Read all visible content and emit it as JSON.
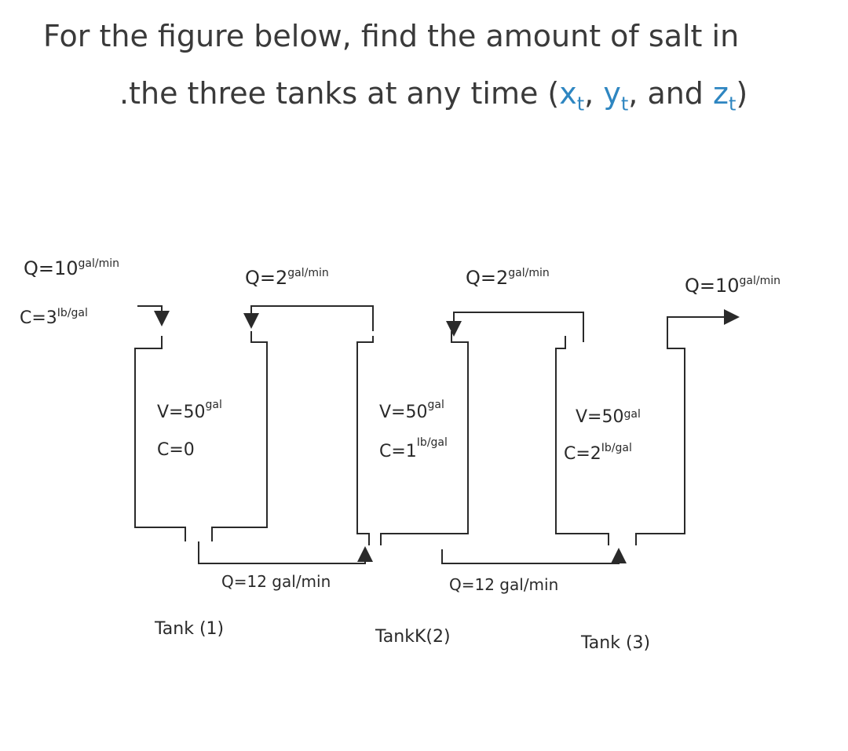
{
  "question": {
    "line1": "For the figure below, find the amount of salt in",
    "line2_prefix": ".the three tanks at any time (",
    "x_base": "x",
    "y_base": "y",
    "z_base": "z",
    "subscript": "t",
    "comma": ", ",
    "and": "and ",
    "close": ")"
  },
  "colors": {
    "variable": "#2e86c1",
    "ink": "#2a2a2a"
  },
  "diagram": {
    "inflow": {
      "q_main": "Q=10",
      "q_sup": "gal/min",
      "c_main": "C=3",
      "c_sup": "Ib/gal"
    },
    "flow_t2_t1": {
      "main": "Q=2",
      "sup": "gal/min"
    },
    "flow_t3_t2": {
      "main": "Q=2",
      "sup": "gal/min"
    },
    "outflow": {
      "main": "Q=10",
      "sup": "gal/min"
    },
    "bottom_t1_t2": "Q=12 gal/min",
    "bottom_t2_t3": "Q=12 gal/min",
    "tanks": [
      {
        "v_main": "V=50",
        "v_sup": "gal",
        "c_main": "C=0",
        "c_sup": "",
        "label": "Tank (1)"
      },
      {
        "v_main": "V=50",
        "v_sup": "gal",
        "c_main": "C=1",
        "c_sup": "Ib/gal",
        "label": "TankK(2)"
      },
      {
        "v_main": "V=50",
        "v_sup": "gal",
        "c_main": "C=2",
        "c_sup": "Ib/gal",
        "label": "Tank (3)"
      }
    ]
  }
}
